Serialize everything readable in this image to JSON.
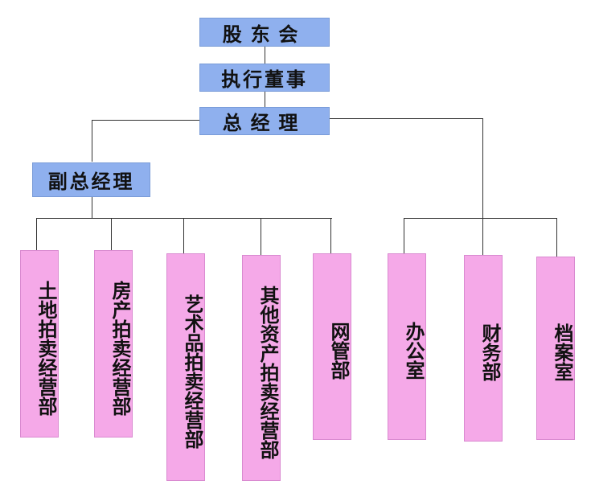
{
  "top": {
    "shareholders": "股东会",
    "executive_director": "执行董事",
    "general_manager": "总经理",
    "deputy_general_manager": "副总经理"
  },
  "departments": [
    "土地拍卖经营部",
    "房产拍卖经营部",
    "艺术品拍卖经营部",
    "其他资产拍卖经营部",
    "网管部",
    "办公室",
    "财务部",
    "档案室"
  ],
  "colors": {
    "top_node_fill": "#8fb0ee",
    "department_fill": "#f5a9e8",
    "connector": "#333333"
  }
}
